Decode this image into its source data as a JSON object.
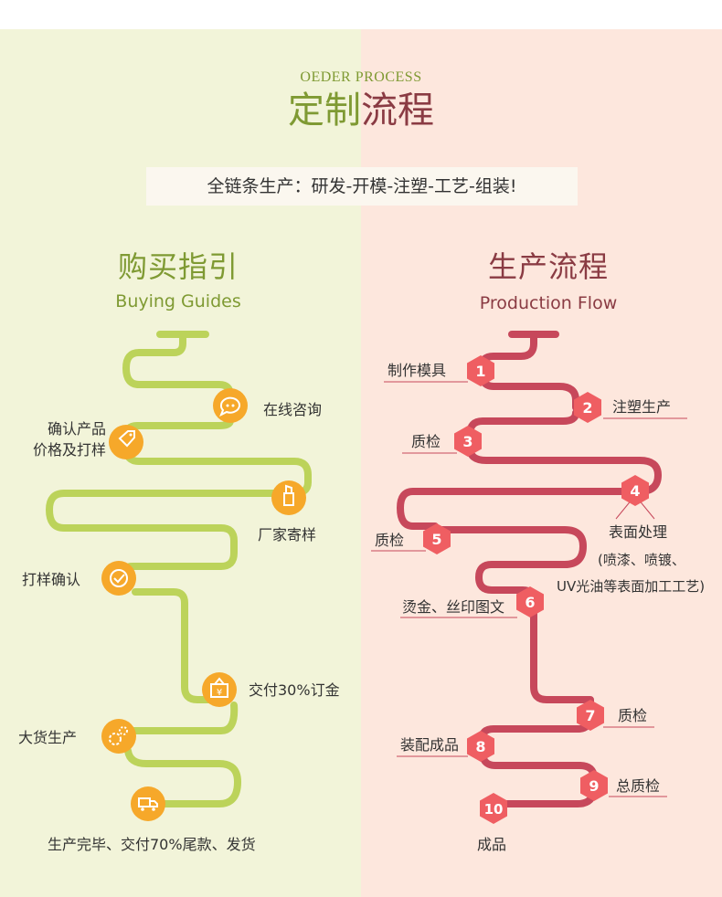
{
  "header": {
    "subtitle": "OEDER PROCESS",
    "title_left": "定制",
    "title_right": "流程",
    "tagline": "全链条生产：研发-开模-注塑-工艺-组装!"
  },
  "buying": {
    "title": "购买指引",
    "subtitle": "Buying Guides",
    "steps": [
      {
        "label": "在线咨询",
        "icon": "chat-icon"
      },
      {
        "label_line1": "确认产品",
        "label_line2": "价格及打样",
        "icon": "tag-icon"
      },
      {
        "label": "厂家寄样",
        "icon": "lipstick-icon"
      },
      {
        "label": "打样确认",
        "icon": "check-icon"
      },
      {
        "label": "交付30%订金",
        "icon": "yen-bag-icon"
      },
      {
        "label": "大货生产",
        "icon": "gears-icon"
      },
      {
        "label": "生产完毕、交付70%尾款、发货",
        "icon": "truck-icon"
      }
    ]
  },
  "production": {
    "title": "生产流程",
    "subtitle": "Production Flow",
    "steps": [
      {
        "num": "1",
        "label": "制作模具"
      },
      {
        "num": "2",
        "label": "注塑生产"
      },
      {
        "num": "3",
        "label": "质检"
      },
      {
        "num": "4",
        "label": "表面处理",
        "detail_line1": "(喷漆、喷镀、",
        "detail_line2": "UV光油等表面加工工艺)"
      },
      {
        "num": "5",
        "label": "质检"
      },
      {
        "num": "6",
        "label": "烫金、丝印图文"
      },
      {
        "num": "7",
        "label": "质检"
      },
      {
        "num": "8",
        "label": "装配成品"
      },
      {
        "num": "9",
        "label": "总质检"
      },
      {
        "num": "10",
        "label": "成品"
      }
    ]
  },
  "colors": {
    "left_bg": "#f2f4d9",
    "right_bg": "#fde7dd",
    "green_path": "#bcd35a",
    "green_text": "#7f9a33",
    "orange_circle": "#f6a82a",
    "red_path": "#c7485b",
    "red_text": "#8a3b43",
    "hex_badge": "#ef5e62"
  }
}
